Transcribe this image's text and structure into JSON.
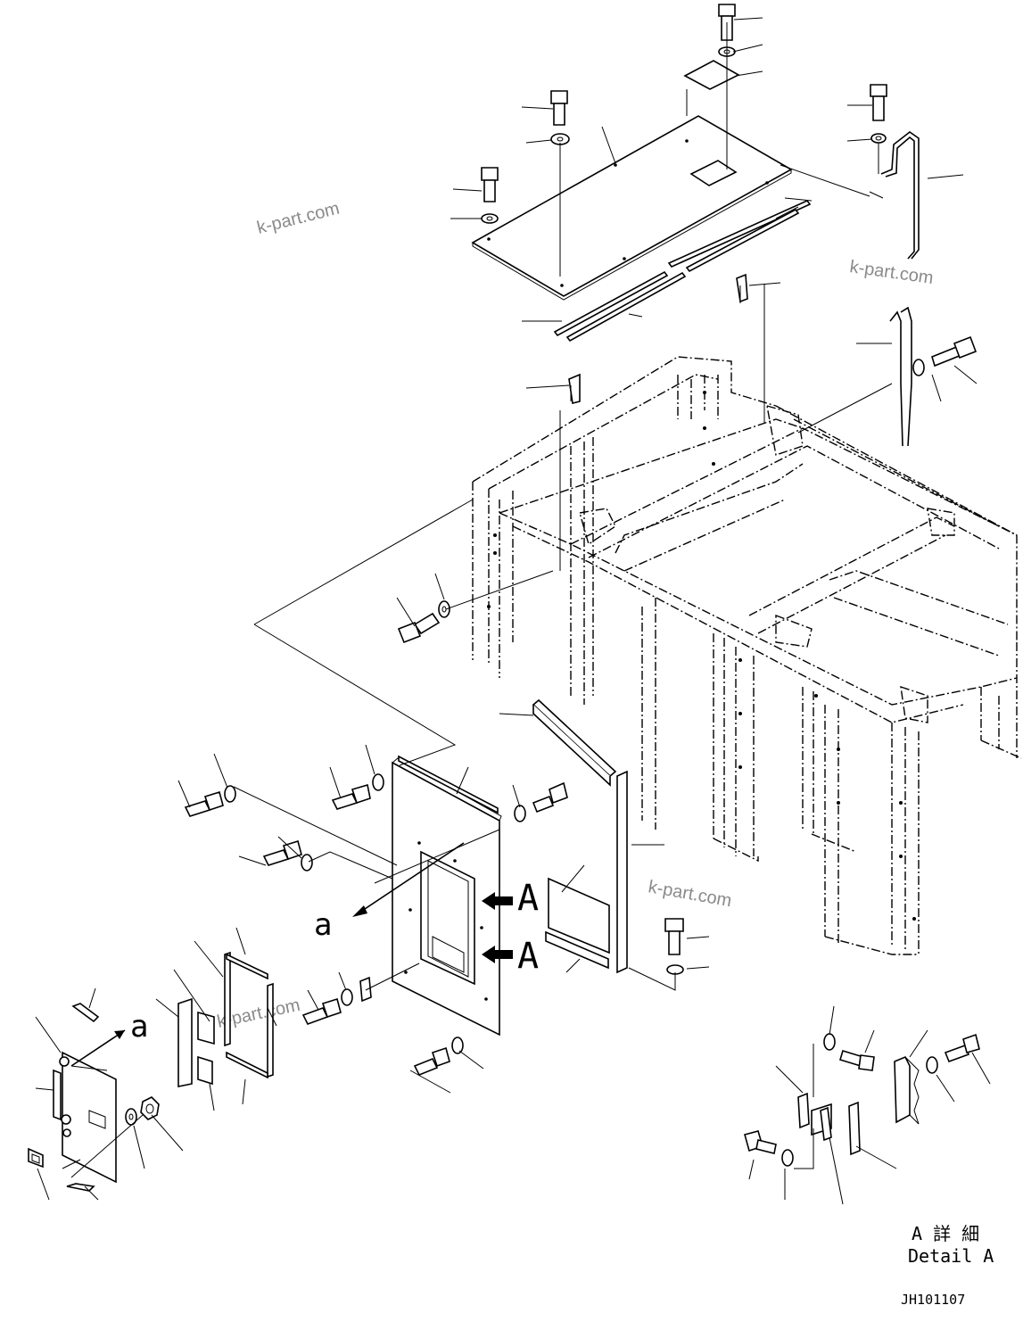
{
  "watermarks": [
    "k-part.com",
    "k-part.com",
    "k-part.com",
    "k-part.com"
  ],
  "view_markers": {
    "arrow_a_upper": "A",
    "arrow_a_lower": "A",
    "callout_a_left": "a",
    "callout_a_right": "a"
  },
  "detail": {
    "title_jp": "A 詳 細",
    "title_en": "Detail A"
  },
  "drawing_number": "JH101107"
}
